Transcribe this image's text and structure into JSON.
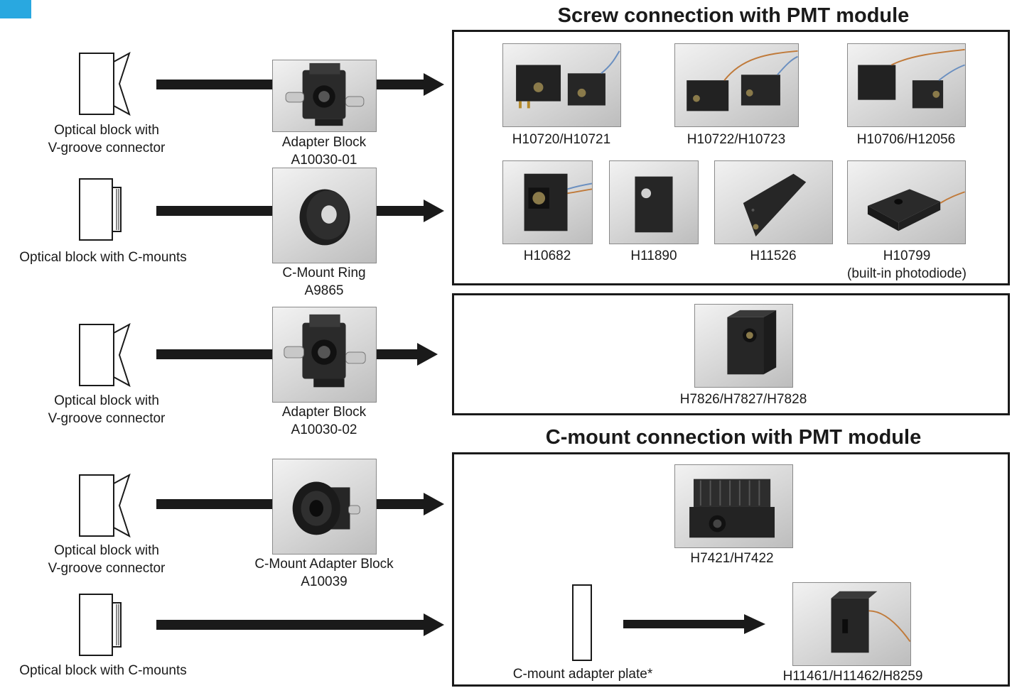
{
  "titles": {
    "screw": "Screw connection with PMT module",
    "cmount": "C-mount connection with PMT module"
  },
  "blocks": {
    "vgroove_1": [
      "Optical block with",
      "V-groove connector"
    ],
    "cmounts_1": "Optical block with C-mounts",
    "vgroove_2": [
      "Optical block with",
      "V-groove connector"
    ],
    "vgroove_3": [
      "Optical block with",
      "V-groove connector"
    ],
    "cmounts_2": "Optical block with C-mounts"
  },
  "adapters": {
    "a10030_01": [
      "Adapter Block",
      "A10030-01"
    ],
    "a9865": [
      "C-Mount Ring",
      "A9865"
    ],
    "a10030_02": [
      "Adapter Block",
      "A10030-02"
    ],
    "a10039": [
      "C-Mount Adapter Block",
      "A10039"
    ]
  },
  "modules": {
    "h10720": "H10720/H10721",
    "h10722": "H10722/H10723",
    "h10706": "H10706/H12056",
    "h10682": "H10682",
    "h11890": "H11890",
    "h11526": "H11526",
    "h10799": [
      "H10799",
      "(built-in photodiode)"
    ],
    "h7826": "H7826/H7827/H7828",
    "h7421": "H7421/H7422",
    "h11461": "H11461/H11462/H8259"
  },
  "plate_label": "C-mount adapter plate*",
  "colors": {
    "accent": "#29a8e0",
    "ink": "#1a1a1a"
  }
}
